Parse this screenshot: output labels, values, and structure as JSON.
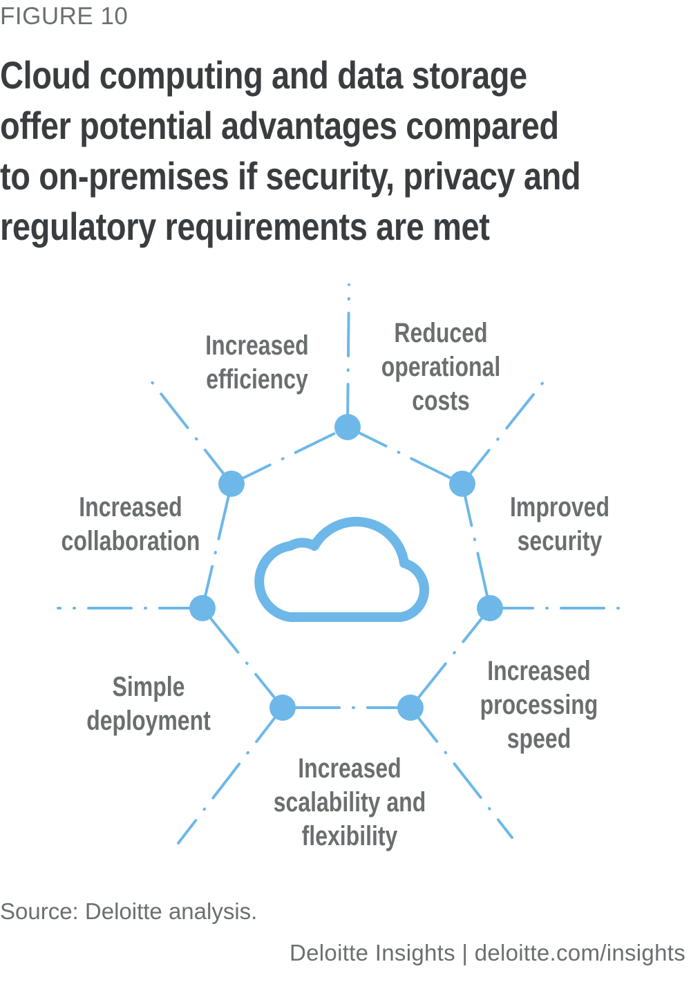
{
  "figure_label": "FIGURE 10",
  "title_lines": [
    "Cloud computing and data storage",
    "offer potential advantages compared",
    "to on-premises if security, privacy and",
    "regulatory requirements are met"
  ],
  "colors": {
    "accent": "#6db8e8",
    "text": "#6b6e70",
    "title": "#3a3d40"
  },
  "center_icon": "cloud-icon",
  "benefits": [
    {
      "lines": [
        "Reduced",
        "operational",
        "costs"
      ]
    },
    {
      "lines": [
        "Improved",
        "security"
      ]
    },
    {
      "lines": [
        "Increased",
        "processing",
        "speed"
      ]
    },
    {
      "lines": [
        "Increased",
        "scalability and",
        "flexibility"
      ]
    },
    {
      "lines": [
        "Simple",
        "deployment"
      ]
    },
    {
      "lines": [
        "Increased",
        "collaboration"
      ]
    },
    {
      "lines": [
        "Increased",
        "efficiency"
      ]
    }
  ],
  "source": "Source: Deloitte analysis.",
  "credit": "Deloitte Insights | deloitte.com/insights"
}
